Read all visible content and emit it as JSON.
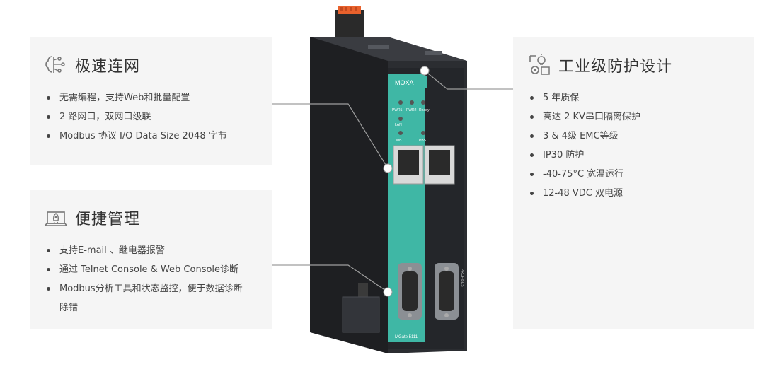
{
  "cards": {
    "fast": {
      "title": "极速连网",
      "icon": "brain-network-icon",
      "items": [
        "无需编程，支持Web和批量配置",
        "2 路网口，双网口级联",
        "Modbus 协议 I/O Data Size 2048 字节"
      ]
    },
    "manage": {
      "title": "便捷管理",
      "icon": "laptop-rocket-icon",
      "items": [
        "支持E-mail 、继电器报警",
        "通过 Telnet Console & Web Console诊断",
        "Modbus分析工具和状态监控，便于数据诊断除错"
      ]
    },
    "protect": {
      "title": "工业级防护设计",
      "icon": "gear-bulb-icon",
      "items": [
        "5 年质保",
        "高达 2 KV串口隔离保护",
        "3 & 4级 EMC等级",
        "IP30 防护",
        "-40-75°C 宽温运行",
        "12-48 VDC 双电源"
      ]
    }
  },
  "device": {
    "brand": "MOXA",
    "led_labels": [
      "PWR1",
      "PWR2",
      "Ready"
    ],
    "lan_label": "LAN",
    "port_labels": [
      "MB",
      "PBS"
    ],
    "side_label": "PROFIBUS",
    "model": "MGate 5111",
    "accent_color": "#3fb7a5",
    "body_color": "#2b2d31"
  }
}
